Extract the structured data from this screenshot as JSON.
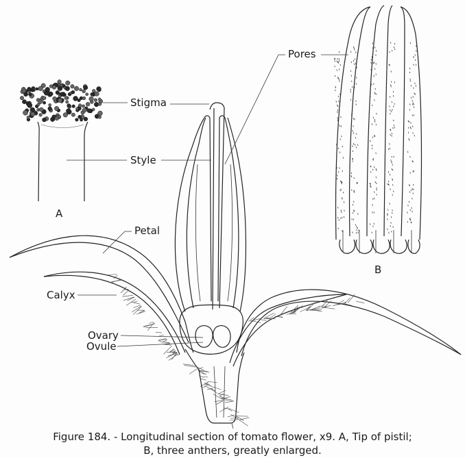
{
  "labels": {
    "stigma": "Stigma",
    "style": "Style",
    "pores": "Pores",
    "petal": "Petal",
    "calyx": "Calyx",
    "ovary": "Ovary",
    "ovule": "Ovule",
    "panel_a": "A",
    "panel_b": "B"
  },
  "caption": {
    "line1": "Figure 184. - Longitudinal section of tomato flower, x9. A, Tip of pistil;",
    "line2": "B, three anthers, greatly enlarged."
  },
  "colors": {
    "ink": "#1a1a1a",
    "background": "#fdfdfd"
  }
}
